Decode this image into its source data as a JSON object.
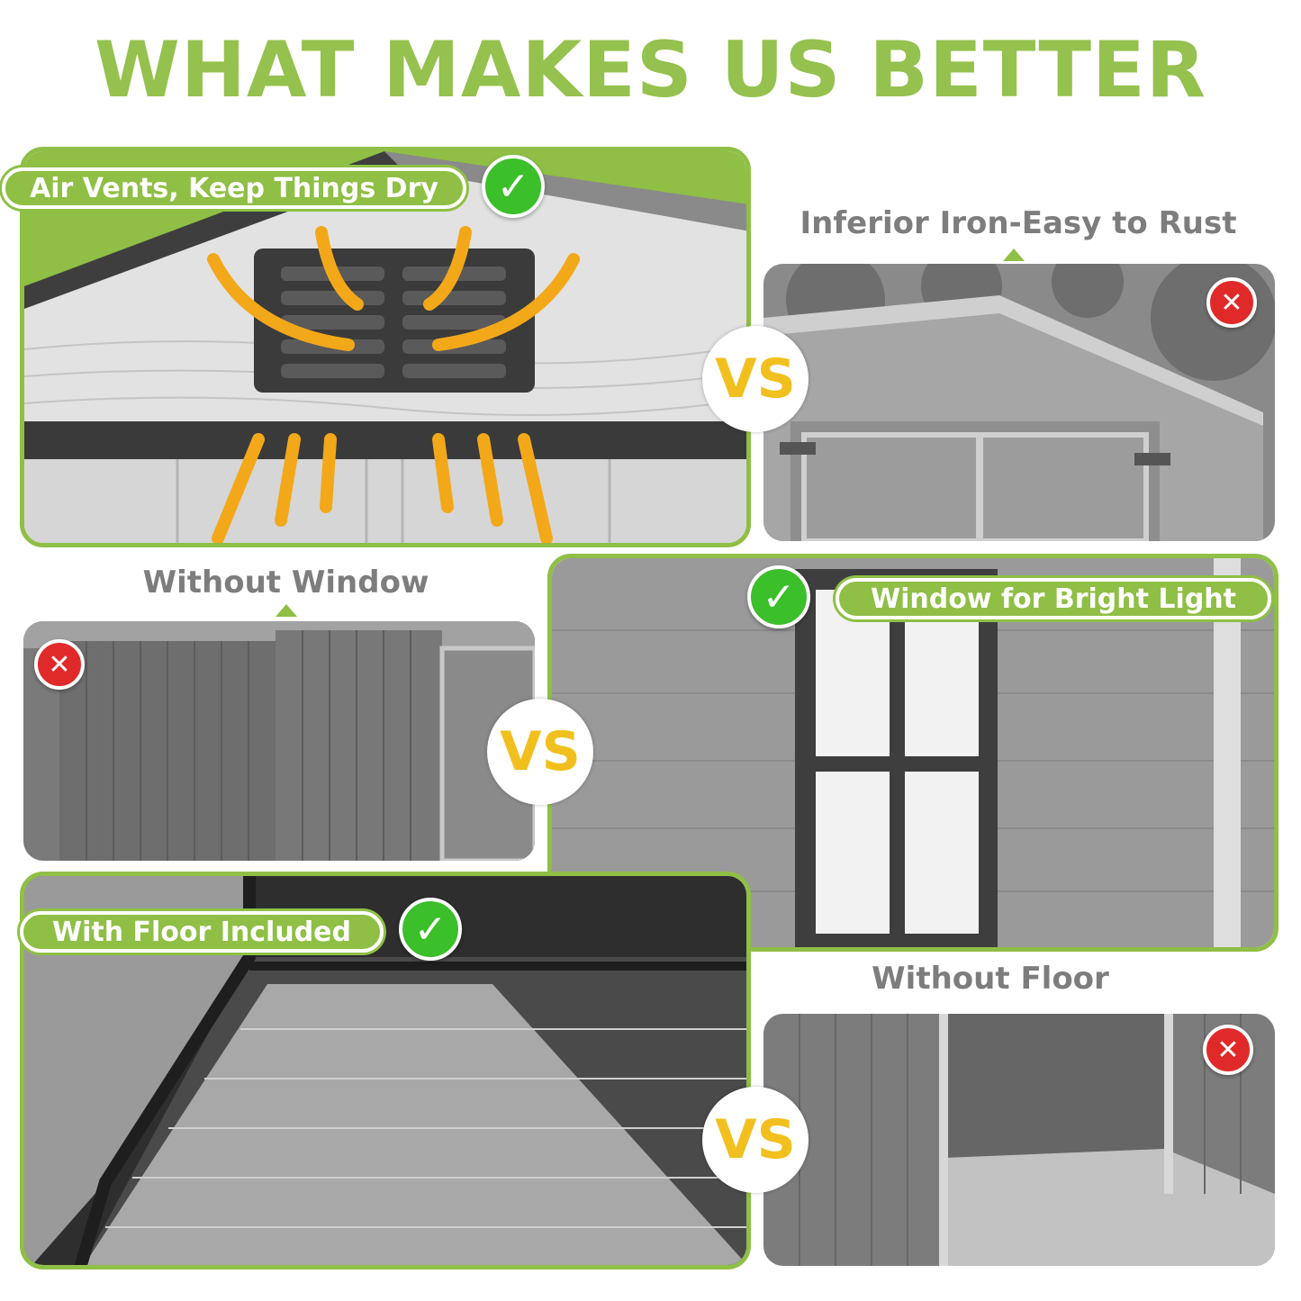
{
  "title": "WHAT MAKES US BETTER",
  "features": [
    {
      "label": "Air Vents, Keep Things Dry",
      "status": "check"
    },
    {
      "label": "Window for Bright Light",
      "status": "check"
    },
    {
      "label": "With Floor Included",
      "status": "check"
    }
  ],
  "competitors": [
    {
      "label": "Inferior Iron-Easy to Rust",
      "status": "cross"
    },
    {
      "label": "Without Window",
      "status": "cross"
    },
    {
      "label": "Without Floor",
      "status": "cross"
    }
  ],
  "vs_label": "VS",
  "icons": {
    "check": "✓",
    "cross": "✕"
  },
  "colors": {
    "accent": "#95c14e",
    "check": "#3bbf2a",
    "cross": "#e02a2a",
    "vs": "#f2c01e"
  }
}
